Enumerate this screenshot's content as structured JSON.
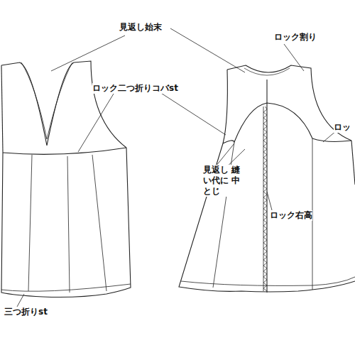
{
  "diagram": {
    "labels": [
      "見返し始末",
      "ロック割り",
      "ロック二つ折りコバst",
      "ロッ",
      "見返し 縫い代に 中とじ",
      "ロック右高",
      "三つ折りst"
    ]
  }
}
